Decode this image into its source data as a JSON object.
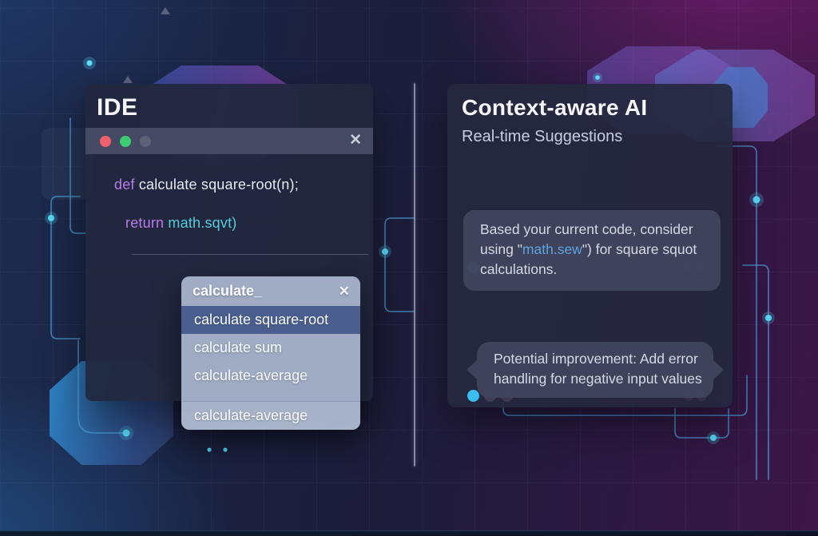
{
  "ide": {
    "panel_title": "IDE",
    "close_icon": "✕",
    "code": {
      "line1_keyword": "def",
      "line1_rest": " calculate square-root(n);",
      "line2_keyword": "return",
      "line2_code": " math.sqvt)"
    },
    "autocomplete": {
      "query": "calculate_",
      "close_icon": "✕",
      "selected": "calculate square-root",
      "options": [
        "calculate square-root",
        "calculate sum",
        "calculate-average"
      ],
      "pinned_option": "calculate-average"
    }
  },
  "ai": {
    "panel_title": "Context-aware AI",
    "subtitle": "Real-time Suggestions",
    "suggestion1": {
      "before": "Based your current code, consider using \"",
      "code": "math.sew",
      "after": "\") for square squot calculations."
    },
    "suggestion2": "Potential improvement: Add error handling for negative input values"
  },
  "colors": {
    "keyword_purple": "#b97ce8",
    "code_cyan": "#55ccd9",
    "inline_code_blue": "#5ea5dd",
    "accent_cyan": "#41c6f2",
    "traffic_red": "#f0606b",
    "traffic_green": "#3ecb72",
    "traffic_gray": "#5d6276",
    "dropdown_bg": "#aab7cf",
    "dropdown_selected": "#42588a",
    "panel_bg": "#25283e",
    "bubble_bg": "#40445c"
  }
}
